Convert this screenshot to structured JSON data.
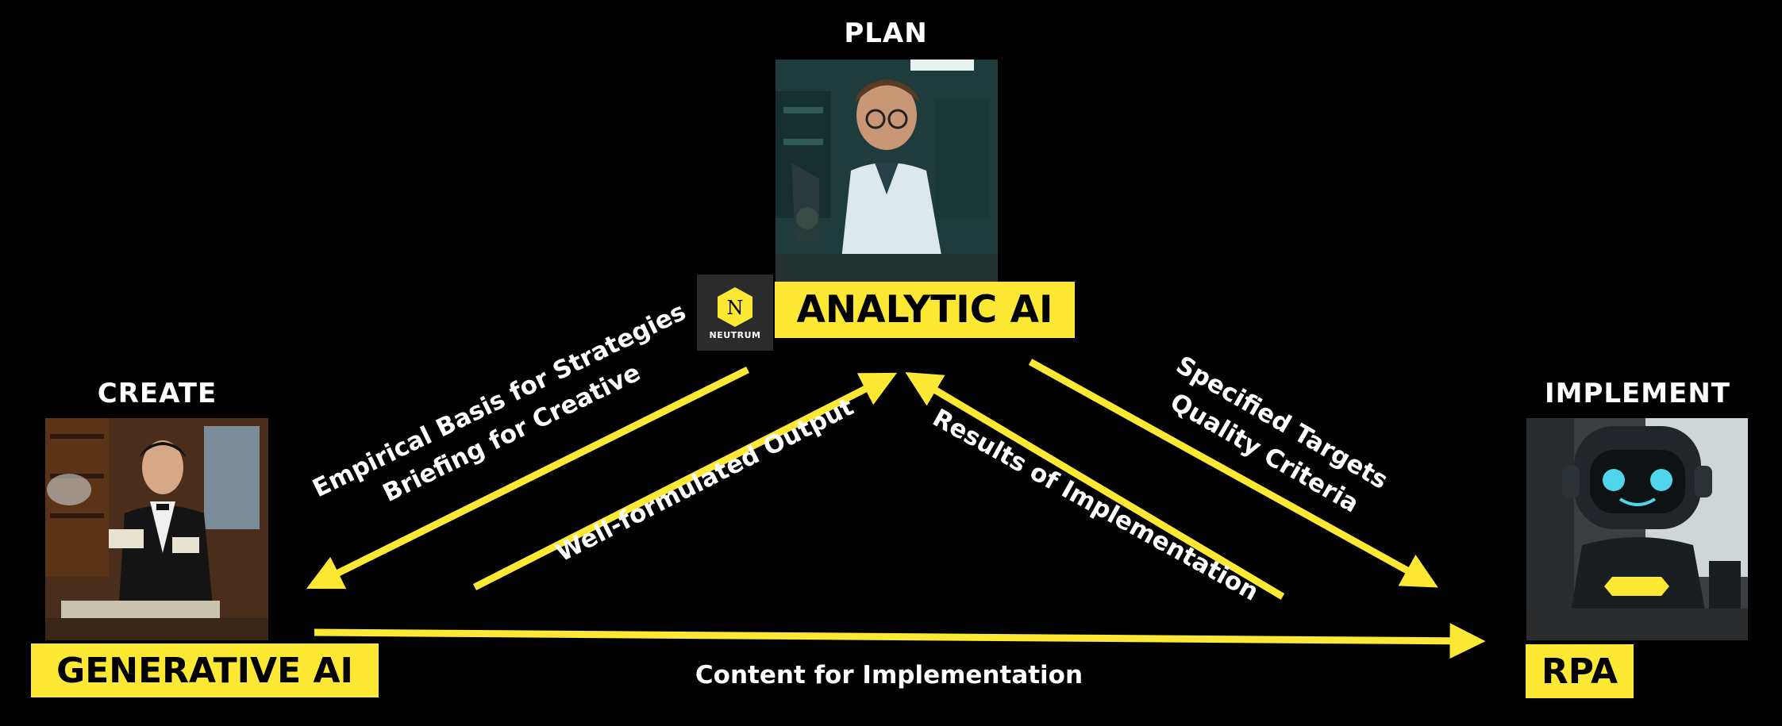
{
  "nodes": {
    "plan": {
      "heading": "PLAN",
      "label": "ANALYTIC AI"
    },
    "create": {
      "heading": "CREATE",
      "label": "GENERATIVE AI"
    },
    "implement": {
      "heading": "IMPLEMENT",
      "label": "RPA"
    }
  },
  "logo": {
    "glyph": "N",
    "name": "NEUTRUM"
  },
  "edges": {
    "plan_to_create": {
      "line1": "Empirical Basis for Strategies",
      "line2": "Briefing for Creative"
    },
    "create_to_plan": {
      "line1": "Well-formulated Output"
    },
    "implement_to_plan": {
      "line1": "Results of Implementation"
    },
    "plan_to_implement": {
      "line1": "Specified Targets",
      "line2": "Quality Criteria"
    },
    "create_to_implement": {
      "line1": "Content for Implementation"
    }
  },
  "colors": {
    "accent": "#fde934",
    "background": "#000000",
    "text": "#ffffff"
  }
}
